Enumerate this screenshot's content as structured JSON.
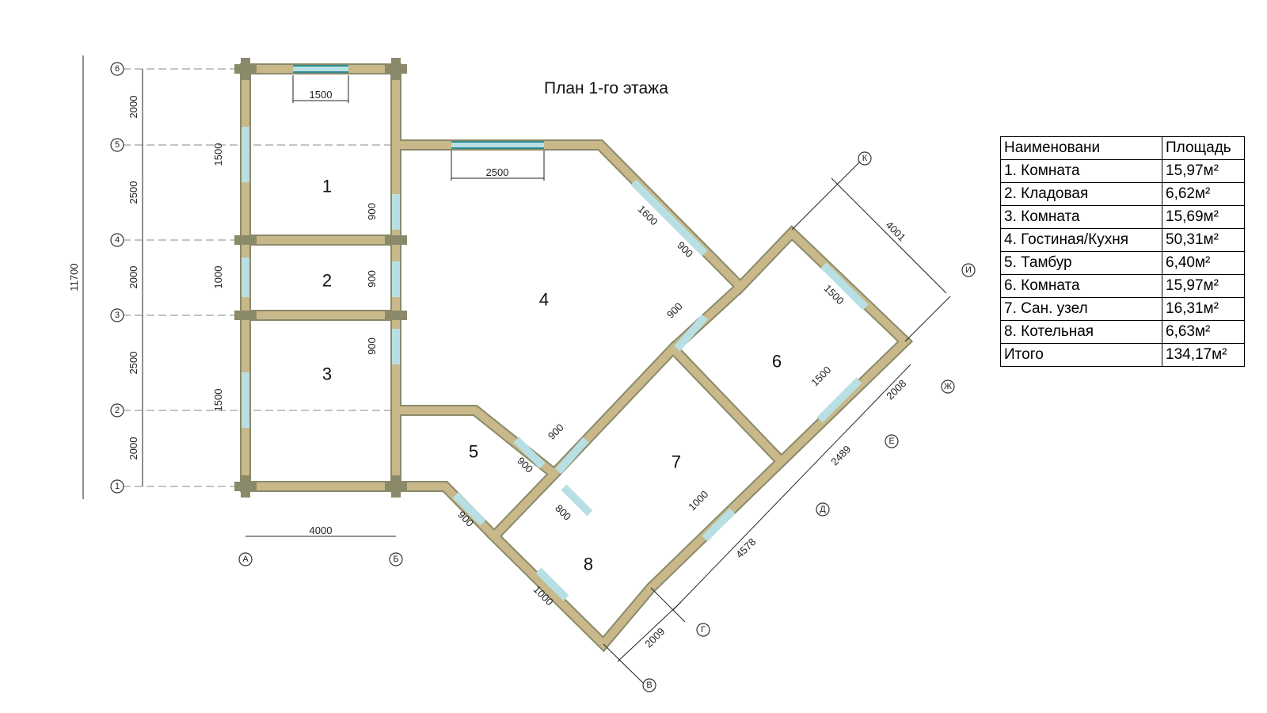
{
  "title": "План 1-го этажа",
  "rooms": [
    "1",
    "2",
    "3",
    "4",
    "5",
    "6",
    "7",
    "8"
  ],
  "dims": {
    "d1500_top": "1500",
    "d2500_top": "2500",
    "d1600": "1600",
    "d900_a": "900",
    "d4001": "4001",
    "d1500_r": "1500",
    "d900_b": "900",
    "d1500_6": "1500",
    "d2008": "2008",
    "d2489": "2489",
    "d4578": "4578",
    "d2009": "2009",
    "d900_c": "900",
    "d900_d": "900",
    "d800": "800",
    "d1000_7": "1000",
    "d900_e": "900",
    "d1000_8": "1000",
    "d4000": "4000",
    "d11700": "11700",
    "d2000_a": "2000",
    "d2500_a": "2500",
    "d2000_b": "2000",
    "d2500_b": "2500",
    "d2000_c": "2000",
    "d1500_l1": "1500",
    "d1000_l": "1000",
    "d1500_l3": "1500",
    "d900_w1": "900",
    "d900_w2": "900",
    "d900_w3": "900"
  },
  "axes_left": [
    "6",
    "5",
    "4",
    "3",
    "2",
    "1"
  ],
  "axes_bottom": [
    "А",
    "Б"
  ],
  "axes_diag": [
    "К",
    "И",
    "Ж",
    "Е",
    "Д",
    "Г",
    "В"
  ],
  "table": {
    "header": [
      "Наименовани",
      "Площадь"
    ],
    "rows": [
      [
        "1. Комната",
        "15,97м²"
      ],
      [
        "2. Кладовая",
        "6,62м²"
      ],
      [
        "3. Комната",
        "15,69м²"
      ],
      [
        "4. Гостиная/Кухня",
        "50,31м²"
      ],
      [
        "5. Тамбур",
        "6,40м²"
      ],
      [
        "6. Комната",
        "15,97м²"
      ],
      [
        "7. Сан. узел",
        "16,31м²"
      ],
      [
        "8. Котельная",
        "6,63м²"
      ]
    ],
    "total": [
      "Итого",
      "134,17м²"
    ]
  }
}
